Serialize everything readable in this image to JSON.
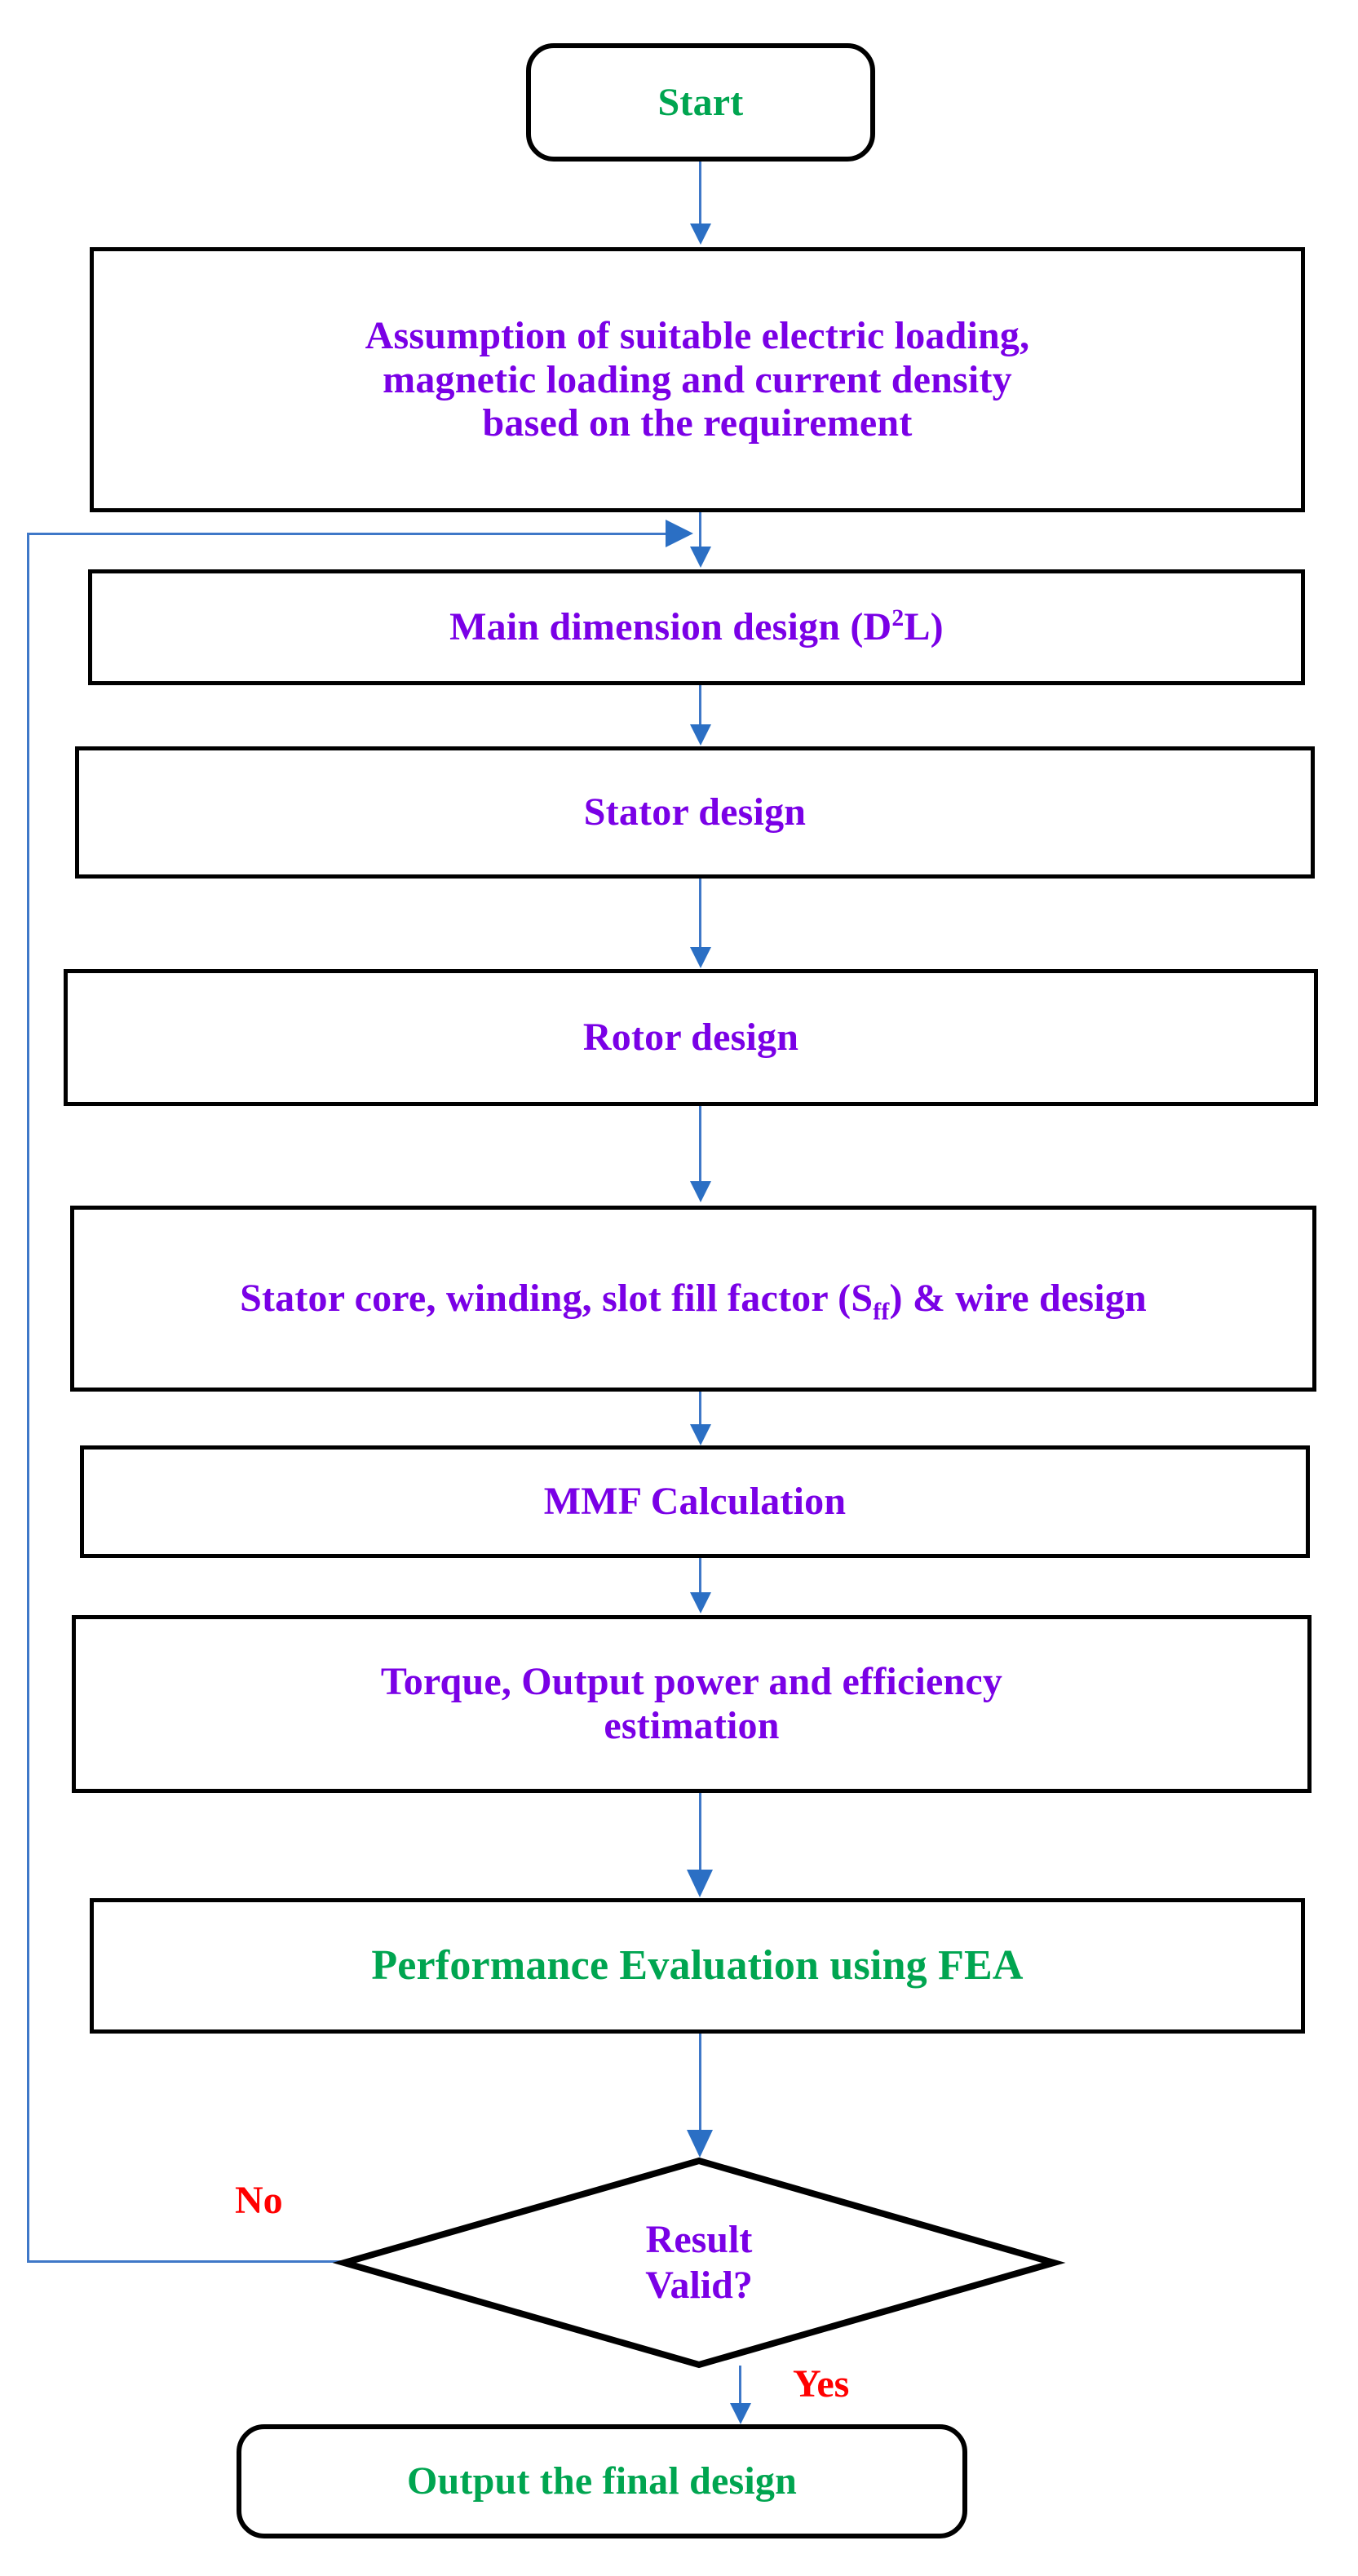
{
  "diagram": {
    "title": "Electric machine design procedure flowchart",
    "colors": {
      "node_border": "#000000",
      "connector": "#3f78c8",
      "arrowhead": "#2b6fc4",
      "text_purple": "#7a00e6",
      "text_green": "#00a550",
      "text_red": "#ff0000",
      "background": "#ffffff"
    },
    "nodes": [
      {
        "id": "start",
        "shape": "terminator",
        "text": "Start",
        "color": "green"
      },
      {
        "id": "assumption",
        "shape": "rect",
        "text": "Assumption of suitable electric loading, magnetic loading and current density based on the requirement",
        "line1": "Assumption of suitable electric loading,",
        "line2": "magnetic loading and current density",
        "line3": "based on the requirement",
        "color": "purple"
      },
      {
        "id": "main-dimension",
        "shape": "rect",
        "text": "Main dimension design (D2L)",
        "text_before": "Main dimension design (D",
        "superscript": "2",
        "text_after": "L)",
        "color": "purple"
      },
      {
        "id": "stator-design",
        "shape": "rect",
        "text": "Stator design",
        "color": "purple"
      },
      {
        "id": "rotor-design",
        "shape": "rect",
        "text": "Rotor design",
        "color": "purple"
      },
      {
        "id": "stator-core",
        "shape": "rect",
        "text": "Stator core, winding, slot fill factor (Sff) & wire design",
        "text_before": "Stator core, winding, slot fill factor (S",
        "subscript": "ff",
        "text_after": ") & wire design",
        "color": "purple"
      },
      {
        "id": "mmf-calculation",
        "shape": "rect",
        "text": "MMF Calculation",
        "color": "purple"
      },
      {
        "id": "torque-output",
        "shape": "rect",
        "text": "Torque, Output power and efficiency estimation",
        "line1": "Torque, Output power and efficiency",
        "line2": "estimation",
        "color": "purple"
      },
      {
        "id": "performance-fea",
        "shape": "rect",
        "text": "Performance Evaluation using FEA",
        "color": "green"
      },
      {
        "id": "result-valid",
        "shape": "diamond",
        "text": "Result Valid?",
        "line1": "Result",
        "line2": "Valid?",
        "color": "purple"
      },
      {
        "id": "output-final",
        "shape": "terminator",
        "text": "Output the final design",
        "color": "green"
      }
    ],
    "edge_labels": {
      "no": "No",
      "yes": "Yes"
    }
  }
}
